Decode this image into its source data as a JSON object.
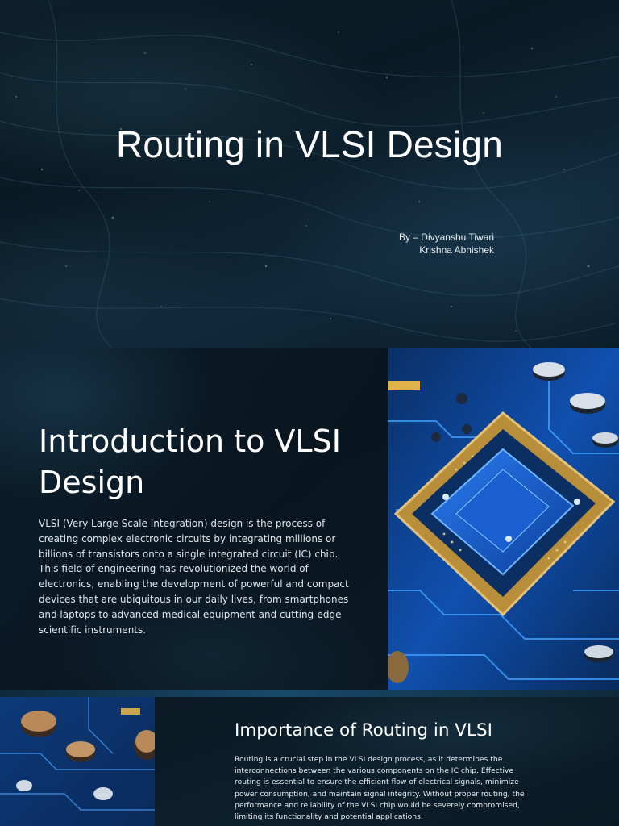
{
  "slide1": {
    "title": "Routing in VLSI Design",
    "author_line1": "By – Divyanshu Tiwari",
    "author_line2": "Krishna Abhishek"
  },
  "slide2": {
    "heading": "Introduction to VLSI Design",
    "body": "VLSI (Very Large Scale Integration) design is the process of creating complex electronic circuits by integrating millions or billions of transistors onto a single integrated circuit (IC) chip. This field of engineering has revolutionized the world of electronics, enabling the development of powerful and compact devices that are ubiquitous in our daily lives, from smartphones and laptops to advanced medical equipment and cutting-edge scientific instruments.",
    "image_icon": "circuit-chip-icon"
  },
  "slide3": {
    "heading": "Importance of Routing in VLSI",
    "body": "Routing is a crucial step in the VLSI design process, as it determines the interconnections between the various components on the IC chip. Effective routing is essential to ensure the efficient flow of electrical signals, minimize power consumption, and maintain signal integrity. Without proper routing, the performance and reliability of the VLSI chip would be severely compromised, limiting its functionality and potential applications.",
    "image_icon": "circuit-board-icon"
  },
  "colors": {
    "background": "#0a1a25",
    "accent_blue": "#1f6fd6",
    "accent_gold": "#c9a14a"
  }
}
